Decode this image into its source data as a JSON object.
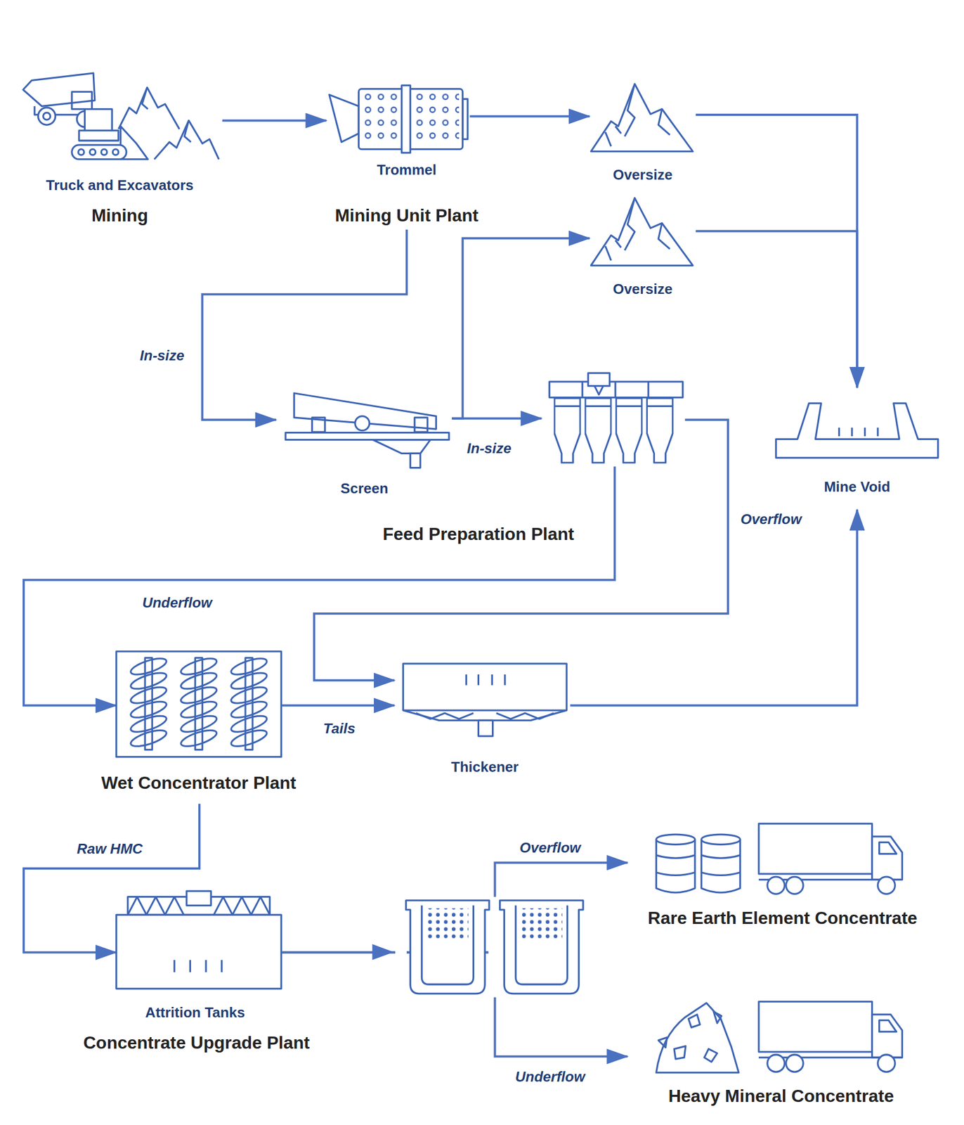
{
  "diagram": {
    "nodes": [
      {
        "text": [
          "Truck and Excavators",
          "Mining"
        ]
      },
      {
        "text": [
          "Trommel",
          "Mining Unit Plant"
        ]
      },
      {
        "text": [
          "Oversize"
        ]
      },
      {
        "text": [
          "Oversize"
        ]
      },
      {
        "text": [
          "Screen"
        ]
      },
      {
        "text": [
          "Feed Preparation Plant"
        ]
      },
      {
        "text": [
          "Mine Void"
        ]
      },
      {
        "text": [
          "Wet Concentrator Plant"
        ]
      },
      {
        "text": [
          "Thickener"
        ]
      },
      {
        "text": [
          "Attrition Tanks",
          "Concentrate Upgrade Plant"
        ]
      },
      {
        "text": [
          "Rare Earth Element Concentrate"
        ]
      },
      {
        "text": [
          "Heavy Mineral Concentrate"
        ]
      }
    ],
    "edges": [
      {
        "from": 0,
        "to": 1,
        "arrow": "to"
      },
      {
        "from": 1,
        "to": 2,
        "arrow": "to"
      },
      {
        "from": 1,
        "to": 4,
        "label": "In-size",
        "arrow": "to"
      },
      {
        "from": 4,
        "to": 3,
        "arrow": "to"
      },
      {
        "from": 4,
        "to": 5,
        "label": "In-size",
        "arrow": "to"
      },
      {
        "from": 2,
        "to": 6,
        "arrow": "to"
      },
      {
        "from": 3,
        "to": 6,
        "arrow": "to"
      },
      {
        "from": 5,
        "to": 7,
        "label": "Underflow",
        "arrow": "to"
      },
      {
        "from": 5,
        "to": 8,
        "label": "Overflow",
        "arrow": "to"
      },
      {
        "from": 7,
        "to": 8,
        "label": "Tails",
        "arrow": "to"
      },
      {
        "from": 8,
        "to": 6,
        "arrow": "to"
      },
      {
        "from": 7,
        "to": 9,
        "label": "Raw HMC",
        "arrow": "to"
      },
      {
        "from": 9,
        "to": 10,
        "label": "Overflow",
        "arrow": "to"
      },
      {
        "from": 9,
        "to": 11,
        "label": "Underflow",
        "arrow": "to"
      }
    ]
  }
}
